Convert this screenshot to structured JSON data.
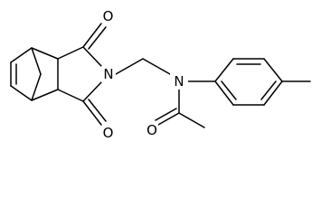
{
  "atoms": {
    "o_top": "O",
    "o_bottom": "O",
    "o_acetyl": "O",
    "n_imide": "N",
    "n_amide": "N"
  },
  "colors": {
    "bond": "#000000",
    "background": "#ffffff"
  }
}
